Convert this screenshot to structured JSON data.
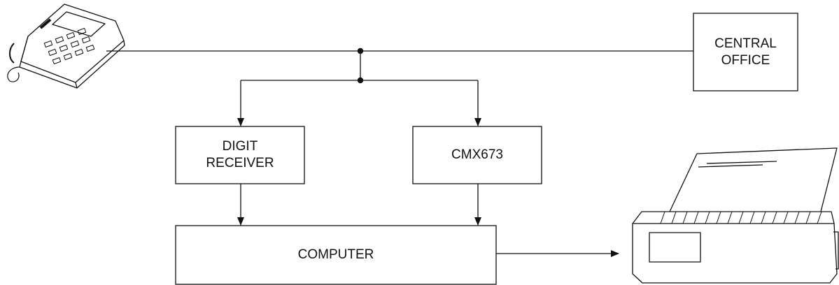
{
  "blocks": {
    "central_office": [
      "CENTRAL",
      "OFFICE"
    ],
    "digit_receiver": [
      "DIGIT",
      "RECEIVER"
    ],
    "cmx673": [
      "CMX673"
    ],
    "computer": [
      "COMPUTER"
    ]
  },
  "icons": {
    "telephone": "telephone-icon",
    "printer": "printer-icon"
  }
}
